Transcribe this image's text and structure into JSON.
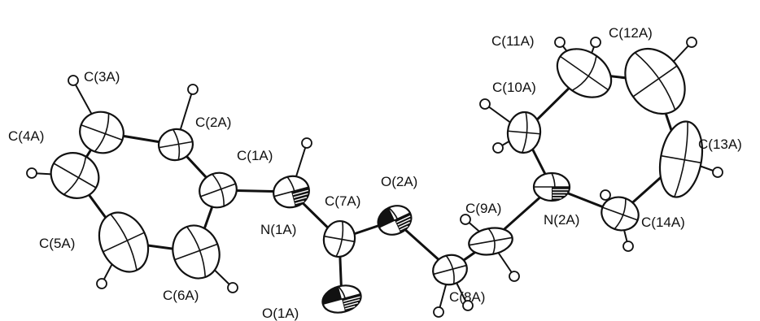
{
  "atoms": [
    {
      "id": "C1A",
      "label": "C(1A)"
    },
    {
      "id": "C2A",
      "label": "C(2A)"
    },
    {
      "id": "C3A",
      "label": "C(3A)"
    },
    {
      "id": "C4A",
      "label": "C(4A)"
    },
    {
      "id": "C5A",
      "label": "C(5A)"
    },
    {
      "id": "C6A",
      "label": "C(6A)"
    },
    {
      "id": "N1A",
      "label": "N(1A)"
    },
    {
      "id": "C7A",
      "label": "C(7A)"
    },
    {
      "id": "O1A",
      "label": "O(1A)"
    },
    {
      "id": "O2A",
      "label": "O(2A)"
    },
    {
      "id": "C8A",
      "label": "C(8A)"
    },
    {
      "id": "C9A",
      "label": "C(9A)"
    },
    {
      "id": "N2A",
      "label": "N(2A)"
    },
    {
      "id": "C10A",
      "label": "C(10A)"
    },
    {
      "id": "C11A",
      "label": "C(11A)"
    },
    {
      "id": "C12A",
      "label": "C(12A)"
    },
    {
      "id": "C13A",
      "label": "C(13A)"
    },
    {
      "id": "C14A",
      "label": "C(14A)"
    }
  ],
  "bonds": [
    [
      "C1A",
      "C2A"
    ],
    [
      "C2A",
      "C3A"
    ],
    [
      "C3A",
      "C4A"
    ],
    [
      "C4A",
      "C5A"
    ],
    [
      "C5A",
      "C6A"
    ],
    [
      "C6A",
      "C1A"
    ],
    [
      "C1A",
      "N1A"
    ],
    [
      "N1A",
      "C7A"
    ],
    [
      "C7A",
      "O1A"
    ],
    [
      "C7A",
      "O2A"
    ],
    [
      "O2A",
      "C8A"
    ],
    [
      "C8A",
      "C9A"
    ],
    [
      "C9A",
      "N2A"
    ],
    [
      "N2A",
      "C10A"
    ],
    [
      "C10A",
      "C11A"
    ],
    [
      "C11A",
      "C12A"
    ],
    [
      "C12A",
      "C13A"
    ],
    [
      "C13A",
      "C14A"
    ],
    [
      "C14A",
      "N2A"
    ]
  ]
}
